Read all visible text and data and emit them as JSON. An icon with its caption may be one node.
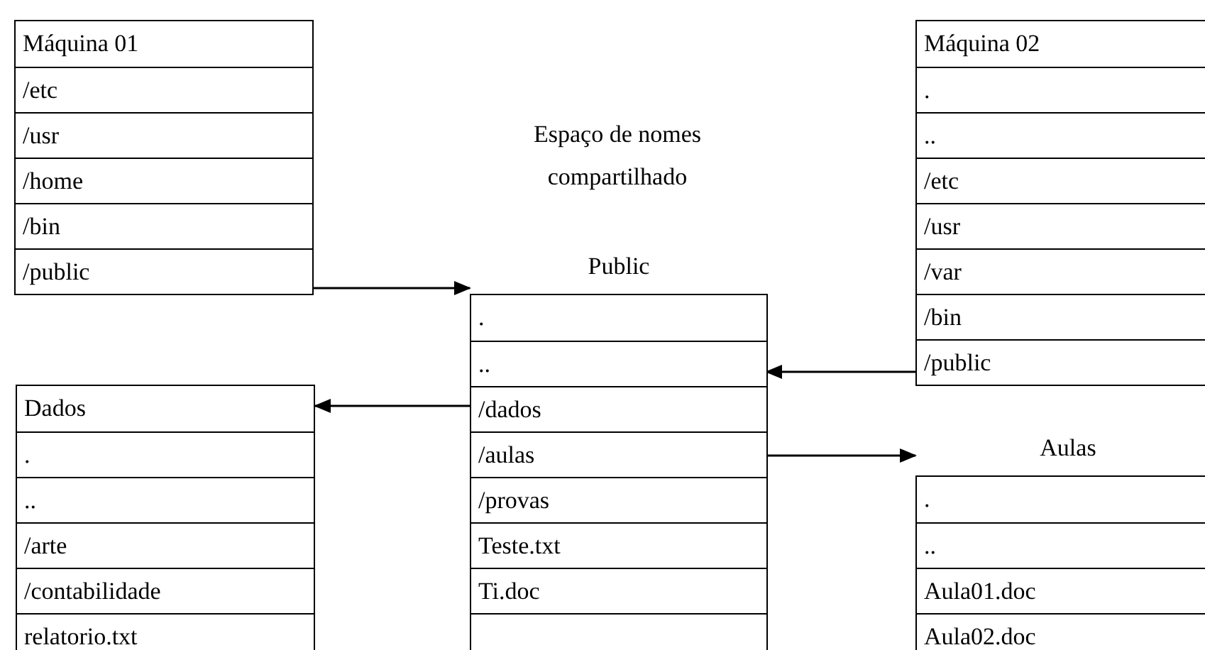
{
  "diagram": {
    "nodes": [
      {
        "text": [
          "Máquina 01"
        ]
      },
      {
        "text": [
          "/etc"
        ],
        "in": 0
      },
      {
        "text": [
          "/usr"
        ],
        "in": 0
      },
      {
        "text": [
          "/home"
        ],
        "in": 0
      },
      {
        "text": [
          "/bin"
        ],
        "in": 0
      },
      {
        "text": [
          "/public"
        ],
        "in": 0
      },
      {
        "text": [
          "Máquina 02"
        ]
      },
      {
        "text": [
          "."
        ],
        "in": 6
      },
      {
        "text": [
          ".."
        ],
        "in": 6
      },
      {
        "text": [
          "/etc"
        ],
        "in": 6
      },
      {
        "text": [
          "/usr"
        ],
        "in": 6
      },
      {
        "text": [
          "/var"
        ],
        "in": 6
      },
      {
        "text": [
          "/bin"
        ],
        "in": 6
      },
      {
        "text": [
          "/public"
        ],
        "in": 6
      },
      {
        "text": [
          "Public"
        ]
      },
      {
        "text": [
          "."
        ],
        "in": 14
      },
      {
        "text": [
          ".."
        ],
        "in": 14
      },
      {
        "text": [
          "/dados"
        ],
        "in": 14
      },
      {
        "text": [
          "/aulas"
        ],
        "in": 14
      },
      {
        "text": [
          "/provas"
        ],
        "in": 14
      },
      {
        "text": [
          "Teste.txt"
        ],
        "in": 14
      },
      {
        "text": [
          "Ti.doc"
        ],
        "in": 14
      },
      {
        "text": [
          "Dados"
        ]
      },
      {
        "text": [
          "."
        ],
        "in": 22
      },
      {
        "text": [
          ".."
        ],
        "in": 22
      },
      {
        "text": [
          "/arte"
        ],
        "in": 22
      },
      {
        "text": [
          "/contabilidade"
        ],
        "in": 22
      },
      {
        "text": [
          "relatorio.txt"
        ],
        "in": 22
      },
      {
        "text": [
          "Aulas"
        ]
      },
      {
        "text": [
          "."
        ],
        "in": 28
      },
      {
        "text": [
          ".."
        ],
        "in": 28
      },
      {
        "text": [
          "Aula01.doc"
        ],
        "in": 28
      },
      {
        "text": [
          "Aula02.doc"
        ],
        "in": 28
      }
    ],
    "edges": [
      {
        "from": 5,
        "to": 14,
        "arrow": "to"
      },
      {
        "from": 13,
        "to": 16,
        "arrow": "to"
      },
      {
        "from": 17,
        "to": 22,
        "arrow": "to"
      },
      {
        "from": 18,
        "to": 28,
        "arrow": "to"
      }
    ],
    "labels": [
      "Espaço de nomes compartilhado"
    ]
  }
}
